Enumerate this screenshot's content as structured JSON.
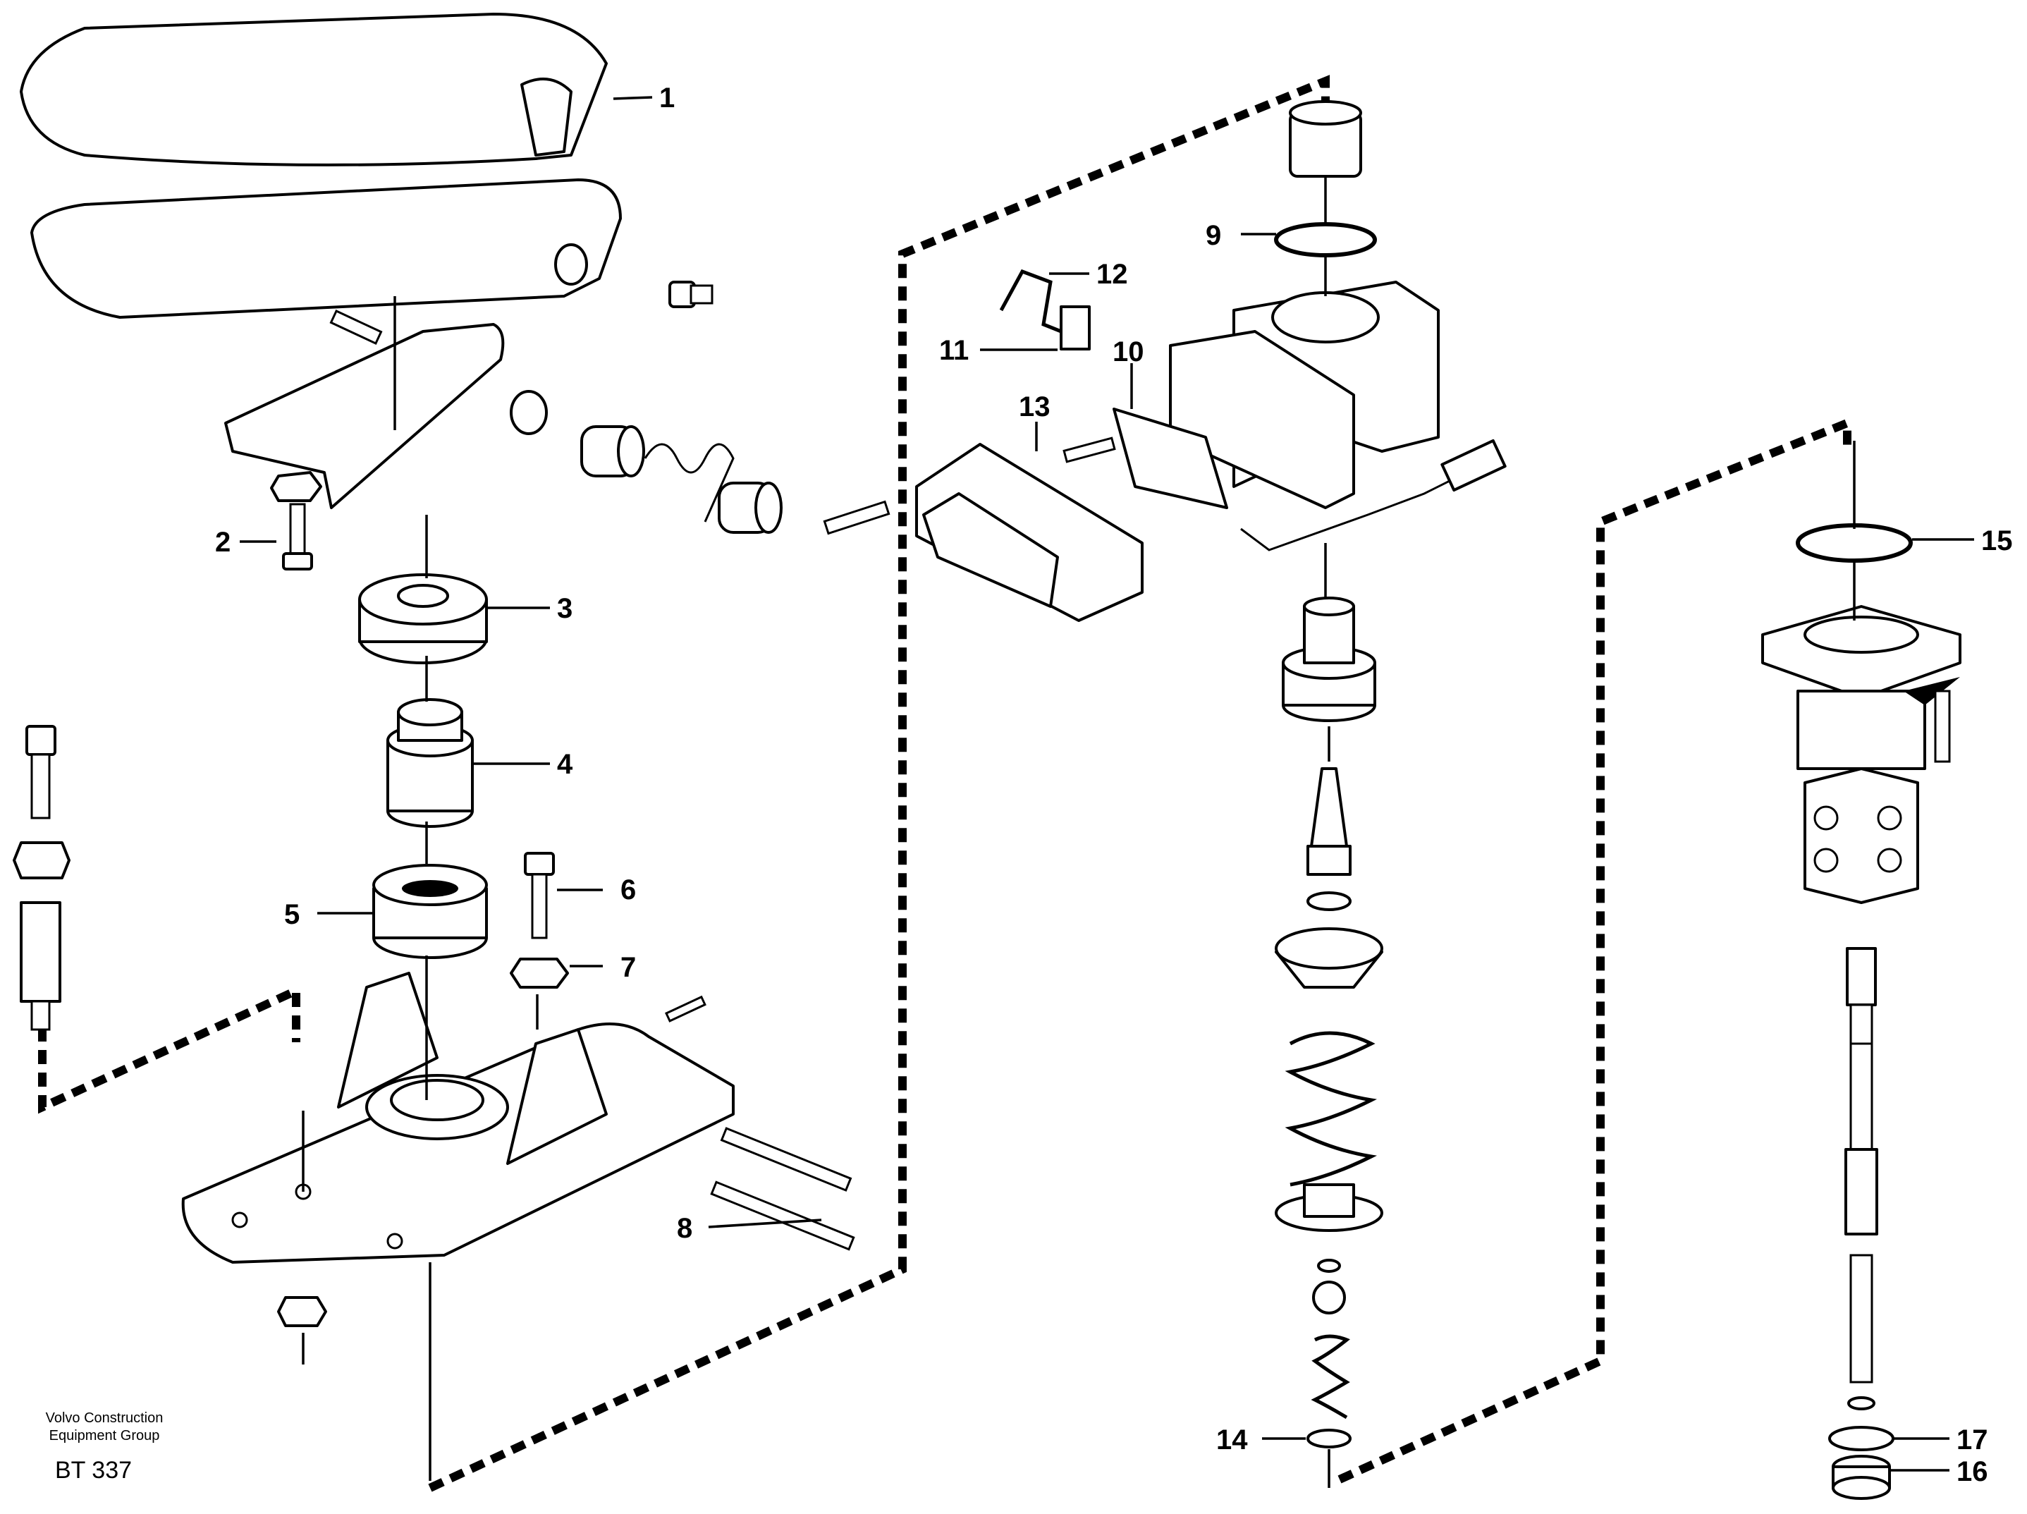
{
  "footer": {
    "company_line1": "Volvo Construction",
    "company_line2": "Equipment Group",
    "drawing_code": "BT 337"
  },
  "callouts": [
    "1",
    "2",
    "3",
    "4",
    "5",
    "6",
    "7",
    "8",
    "9",
    "10",
    "11",
    "12",
    "13",
    "14",
    "15",
    "16",
    "17"
  ]
}
